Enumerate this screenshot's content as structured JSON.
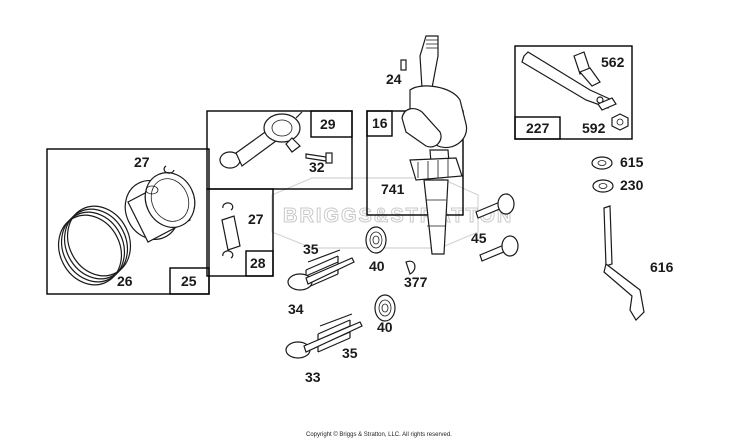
{
  "watermark": "BRIGGS&STRATTON",
  "copyright": "Copyright © Briggs & Stratton, LLC. All rights reserved.",
  "boxes": {
    "b25": "25",
    "b28": "28",
    "b29": "29",
    "b16": "16",
    "b227": "227"
  },
  "parts": {
    "p27a": "27",
    "p26": "26",
    "p27b": "27",
    "p32": "32",
    "p24": "24",
    "p741": "741",
    "p562": "562",
    "p592": "592",
    "p615": "615",
    "p230": "230",
    "p616": "616",
    "p45": "45",
    "p35a": "35",
    "p40a": "40",
    "p377": "377",
    "p34": "34",
    "p40b": "40",
    "p35b": "35",
    "p33": "33"
  }
}
